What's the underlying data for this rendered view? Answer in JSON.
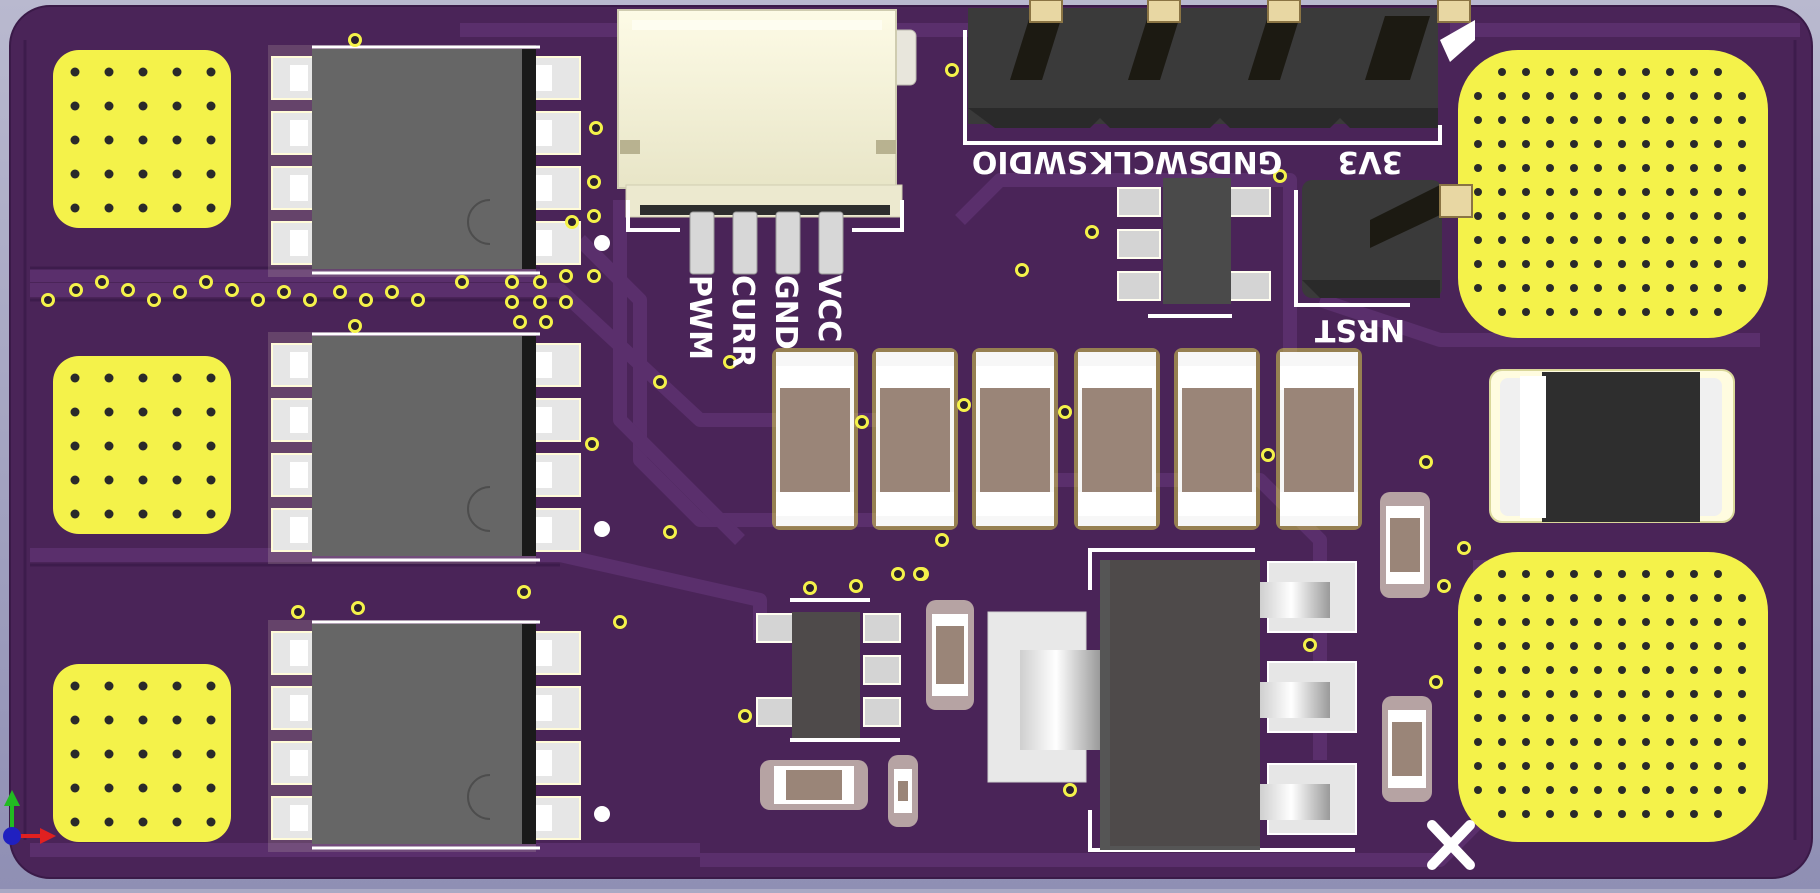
{
  "viewer": {
    "background_top": "#b9b9cf",
    "background_bottom": "#8f8fb4"
  },
  "board": {
    "color": "#4a2458",
    "trace_color": "#5a2f6c",
    "copper_color": "#f4f24a",
    "silkscreen_color": "#ffffff"
  },
  "silkscreen": {
    "connector_pins": [
      "PWM",
      "CURR",
      "GND",
      "VCC"
    ],
    "debug_header": [
      "SWDIO",
      "SWCLK",
      "GND",
      "3V3"
    ],
    "reset_pin": "NRST"
  },
  "axes_gizmo": {
    "x_color": "#e02020",
    "y_color": "#22bb22",
    "z_color": "#2020c0"
  },
  "icons": [
    "axis-gizmo-icon"
  ]
}
